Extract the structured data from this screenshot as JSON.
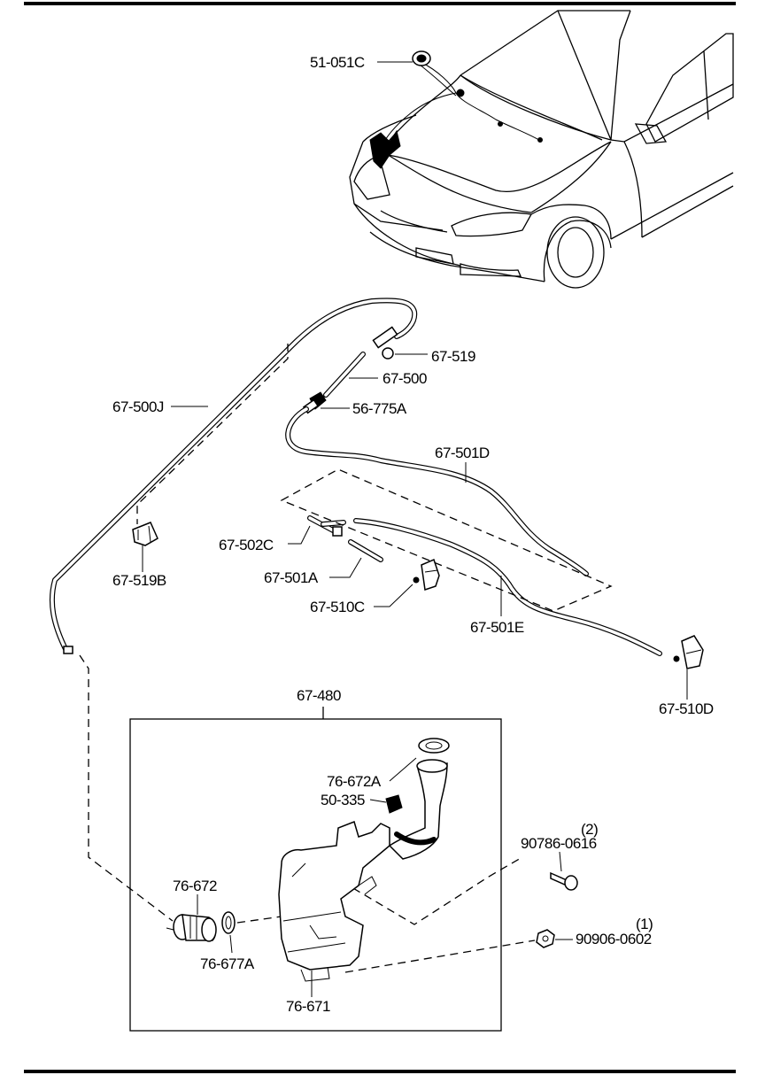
{
  "labels": {
    "p51_051C": "51-051C",
    "p67_519": "67-519",
    "p67_500": "67-500",
    "p67_500J": "67-500J",
    "p56_775A": "56-775A",
    "p67_501D": "67-501D",
    "p67_502C": "67-502C",
    "p67_519B": "67-519B",
    "p67_501A": "67-501A",
    "p67_510C": "67-510C",
    "p67_501E": "67-501E",
    "p67_510D": "67-510D",
    "p67_480": "67-480",
    "p76_672A": "76-672A",
    "p50_335": "50-335",
    "p90786_0616": "90786-0616",
    "qty2": "(2)",
    "p76_672": "76-672",
    "p76_677A": "76-677A",
    "p90906_0602": "90906-0602",
    "qty1": "(1)",
    "p76_671": "76-671"
  }
}
